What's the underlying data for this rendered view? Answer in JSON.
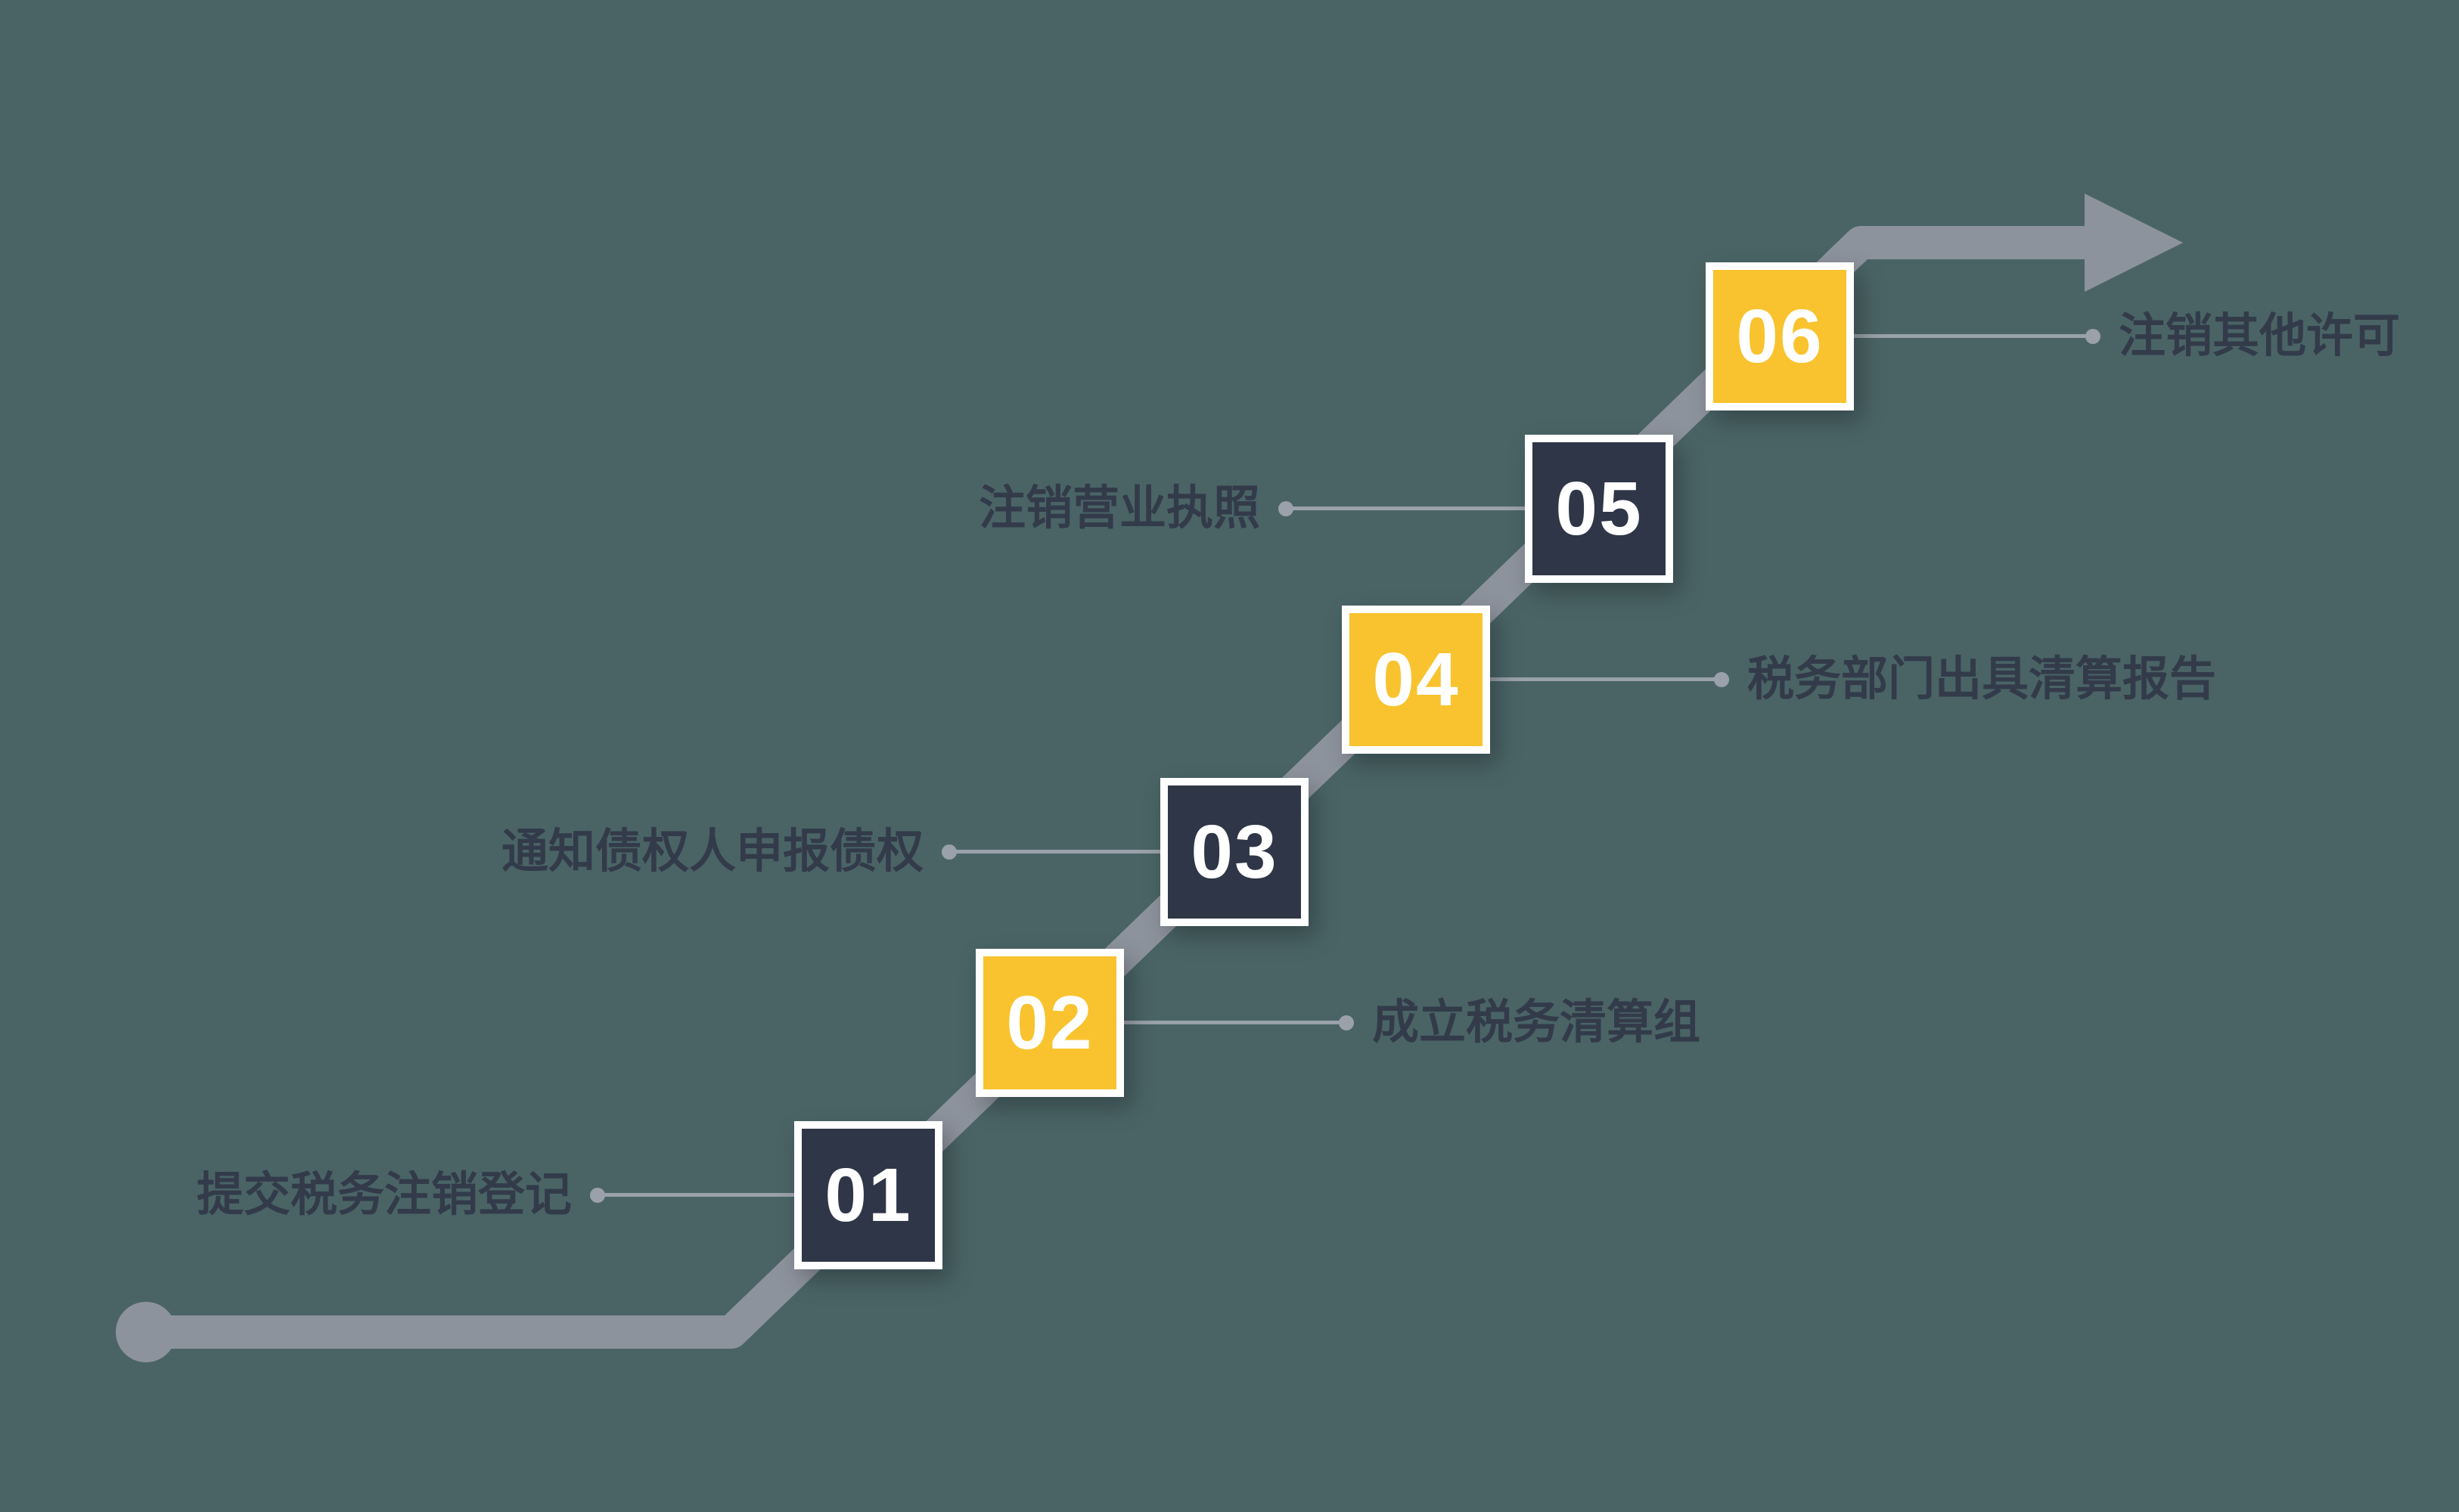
{
  "diagram": {
    "type": "stair-step-process",
    "background_color": "#4a6466",
    "flow_line_color": "#8d939d",
    "connector_color": "#9aa1aa",
    "label_color": "#333b4a",
    "square_colors": {
      "dark": "#2f3647",
      "yellow": "#f8c32e",
      "border": "#ffffff",
      "number_text": "#ffffff"
    },
    "steps": [
      {
        "number": "01",
        "label": "提交税务注销登记",
        "variant": "dark",
        "label_side": "left"
      },
      {
        "number": "02",
        "label": "成立税务清算组",
        "variant": "yellow",
        "label_side": "right"
      },
      {
        "number": "03",
        "label": "通知债权人申报债权",
        "variant": "dark",
        "label_side": "left"
      },
      {
        "number": "04",
        "label": "税务部门出具清算报告",
        "variant": "yellow",
        "label_side": "right"
      },
      {
        "number": "05",
        "label": "注销营业执照",
        "variant": "dark",
        "label_side": "left"
      },
      {
        "number": "06",
        "label": "注销其他许可",
        "variant": "yellow",
        "label_side": "right"
      }
    ]
  }
}
